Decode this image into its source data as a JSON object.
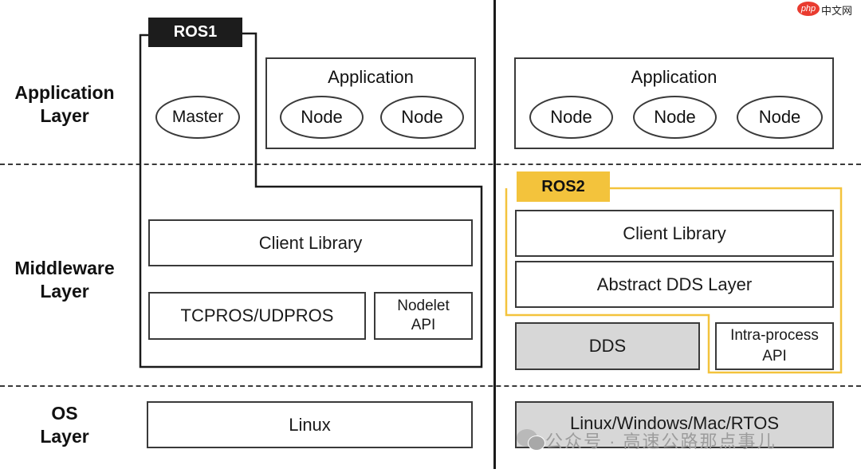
{
  "watermark_top": "php中文网",
  "watermark_bottom": "公众号 · 高速公路那点事儿",
  "layers": {
    "application": "Application\nLayer",
    "middleware": "Middleware\nLayer",
    "os": "OS\nLayer"
  },
  "ros1": {
    "tag": "ROS1",
    "master": "Master",
    "application": "Application",
    "nodes": [
      "Node",
      "Node"
    ],
    "client_library": "Client Library",
    "transport": "TCPROS/UDPROS",
    "nodelet": "Nodelet\nAPI",
    "os": "Linux"
  },
  "ros2": {
    "tag": "ROS2",
    "application": "Application",
    "nodes": [
      "Node",
      "Node",
      "Node"
    ],
    "client_library": "Client Library",
    "abstract_dds": "Abstract DDS Layer",
    "dds": "DDS",
    "intra_process": "Intra-process\nAPI",
    "os": "Linux/Windows/Mac/RTOS"
  },
  "colors": {
    "ros2_accent": "#f3c33c",
    "ros1_tag_bg": "#1c1c1c",
    "grey_fill": "#d7d7d7"
  }
}
